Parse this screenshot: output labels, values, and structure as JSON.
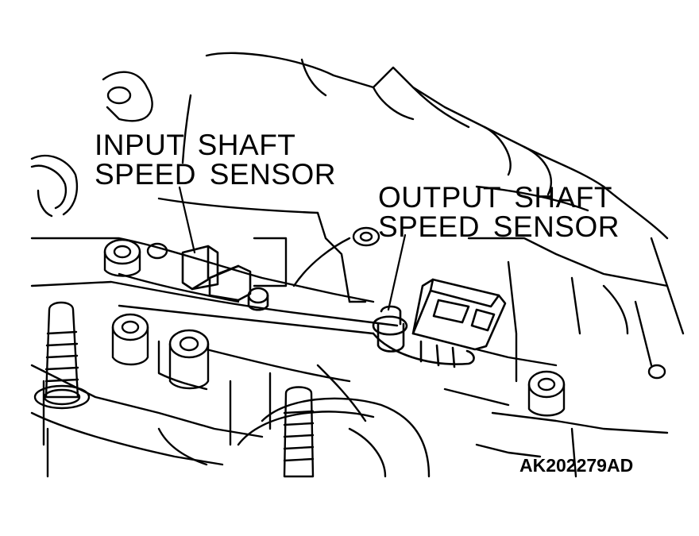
{
  "labels": {
    "input_line1": "INPUT SHAFT",
    "input_line2": "SPEED SENSOR",
    "output_line1": "OUTPUT SHAFT",
    "output_line2": "SPEED SENSOR",
    "figure_code": "AK202279AD"
  },
  "colors": {
    "ink": "#000000",
    "paper": "#ffffff"
  }
}
